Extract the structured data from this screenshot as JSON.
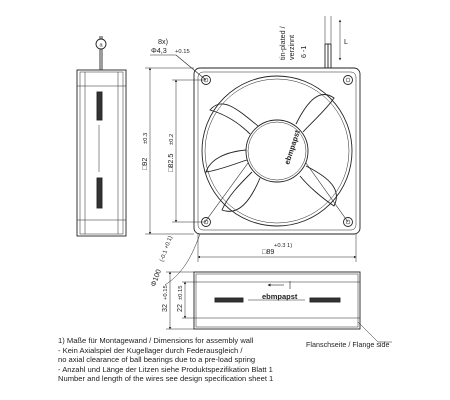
{
  "labels": {
    "callout_a": "a",
    "holes": "8x)",
    "hole_diameter": "Φ4,3",
    "hole_tol": "+0.15",
    "wire_spec_1": "tin-plated /",
    "wire_spec_2": "verzinnt",
    "wire_len": "6 -1",
    "wire_L": "L",
    "dim_92": "□92",
    "dim_92_tol": "±0.3",
    "dim_82_5": "□82.5",
    "dim_82_5_tol": "±0.2",
    "dim_89": "□89",
    "dim_89_tol": "+0.3 1)",
    "dim_100": "Φ100",
    "dim_100_tol": "(-0.1 +0.1)",
    "dim_32": "32",
    "dim_32_tol": "+0.15",
    "dim_22": "22",
    "dim_22_tol": "±0.15",
    "brand_front": "ebmpapst",
    "brand_side": "ebmpapst",
    "flange_side": "Flanschseite / Flange side"
  },
  "notes": [
    "1) Maße für Montagewand / Dimensions for assembly wall",
    "- Kein Axialspiel der Kugellager durch Federausgleich /",
    "  no axial clearance of ball bearings due to a pre-load spring",
    "- Anzahl und Länge der Litzen siehe Produktspezifikation Blatt 1",
    "  Number and length of the wires see design specification sheet 1"
  ]
}
